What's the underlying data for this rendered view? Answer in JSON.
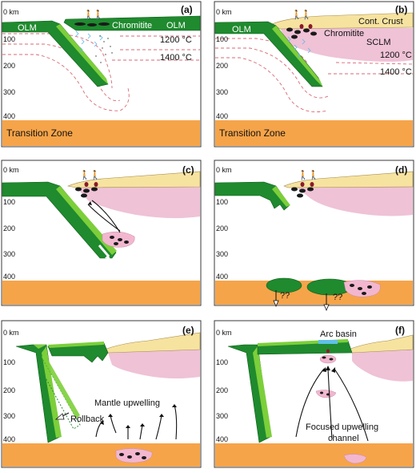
{
  "panels": [
    {
      "letter": "(a)",
      "depth_labels": [
        "0 km",
        "100",
        "200",
        "300",
        "400"
      ],
      "labels": {
        "olm_left": "OLM",
        "olm_right": "OLM",
        "chromitite": "Chromitite",
        "iso1200": "1200 °C",
        "iso1400": "1400 °C",
        "transition": "Transition Zone"
      }
    },
    {
      "letter": "(b)",
      "depth_labels": [
        "0 km",
        "100",
        "200",
        "300",
        "400"
      ],
      "labels": {
        "olm_left": "OLM",
        "cont_crust": "Cont. Crust",
        "chromitite": "Chromitite",
        "sclm": "SCLM",
        "iso1200": "1200 °C",
        "iso1400": "1400 °C",
        "transition": "Transition Zone"
      }
    },
    {
      "letter": "(c)",
      "depth_labels": [
        "0 km",
        "100",
        "200",
        "300",
        "400"
      ],
      "labels": {}
    },
    {
      "letter": "(d)",
      "depth_labels": [
        "0 km",
        "100",
        "200",
        "300",
        "400"
      ],
      "labels": {
        "q1": "??",
        "q2": "??"
      }
    },
    {
      "letter": "(e)",
      "depth_labels": [
        "0 km",
        "100",
        "200",
        "300",
        "400"
      ],
      "labels": {
        "mantle_upwelling": "Mantle upwelling",
        "rollback": "Rollback"
      }
    },
    {
      "letter": "(f)",
      "depth_labels": [
        "0 km",
        "100",
        "200",
        "300",
        "400"
      ],
      "labels": {
        "arc_basin": "Arc basin",
        "focused_1": "Focused upwelling",
        "focused_2": "channel"
      }
    }
  ],
  "colors": {
    "olm": "#1f8a2e",
    "slab_edge": "#7ccf3a",
    "continental_crust": "#f7e3a0",
    "sclm": "#efc2d6",
    "transition_zone": "#f6a449",
    "isotherm": "#d96a76",
    "fluid": "#5fb8e8"
  }
}
